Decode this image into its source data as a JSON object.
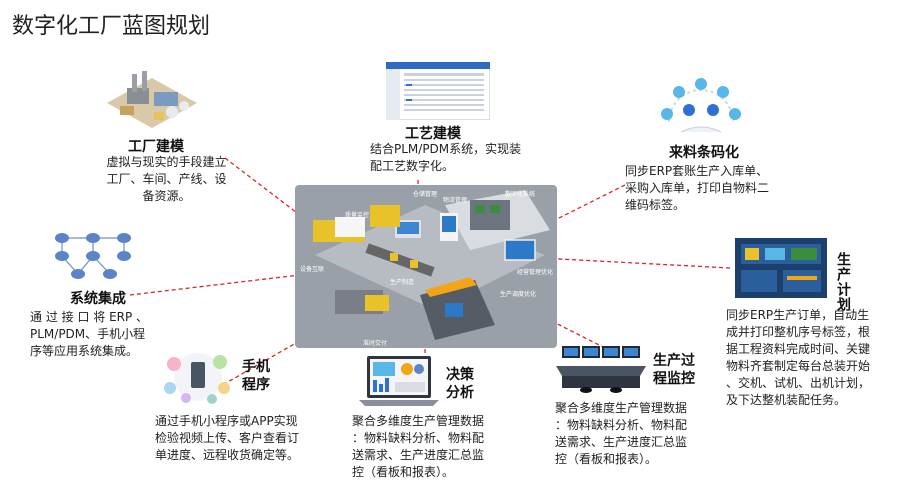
{
  "page_title": "数字化工厂蓝图规划",
  "colors": {
    "connector": "#e0222a",
    "accent_blue": "#2e6fd6"
  },
  "blocks": {
    "factory_modeling": {
      "title": "工厂建模",
      "desc": [
        "虚拟与现实的手段建立",
        "工厂、车间、产线、设",
        "备资源。"
      ]
    },
    "process_modeling": {
      "title": "工艺建模",
      "desc": [
        "结合PLM/PDM系统，实现装",
        "配工艺数字化。"
      ]
    },
    "material_barcode": {
      "title": "来料条码化",
      "desc": [
        "同步ERP套账生产入库单、",
        "采购入库单，打印自物料二",
        "维码标签。"
      ]
    },
    "system_integration": {
      "title": "系统集成",
      "desc": [
        "通 过 接 口 将 ERP 、",
        "PLM/PDM、手机小程",
        "序等应用系统集成。"
      ]
    },
    "production_plan": {
      "title": "生产计划",
      "desc": [
        "同步ERP生产订单，自动生",
        "成并打印整机序号标签，根",
        "据工程资料完成时间、关键",
        "物料齐套制定每台总装开始",
        "、交机、试机、出机计划，",
        "及下达整机装配任务。"
      ]
    },
    "mobile_app": {
      "title": "手机程序",
      "desc": [
        "通过手机小程序或APP实现",
        "检验视频上传、客户查看订",
        "单进度、远程收货确定等。"
      ]
    },
    "decision_analysis": {
      "title": "决策分析",
      "desc": [
        "聚合多维度生产管理数据",
        "：物料缺料分析、物料配",
        "送需求、生产进度汇总监",
        "控（看板和报表）。"
      ]
    },
    "process_monitoring": {
      "title": "生产过程监控",
      "desc": [
        "聚合多维度生产管理数据",
        "：物料缺料分析、物料配",
        "送需求、生产进度汇总监",
        "控（看板和报表）。"
      ]
    }
  },
  "factory_labels": {
    "l1": "仓储管理",
    "l2": "质量监控",
    "l3": "数字化系统",
    "l4": "物流管理",
    "l5": "设备互联",
    "l6": "生产制造",
    "l7": "经营管理优化",
    "l8": "生产调度优化",
    "l9": "准时交付"
  },
  "icons": {
    "factory_modeling": "isometric-factory-icon",
    "process_modeling": "software-screenshot-icon",
    "material_barcode": "barcode-cloud-icon",
    "system_integration": "database-network-icon",
    "production_plan": "production-dashboard-icon",
    "mobile_app": "mobile-app-bubbles-icon",
    "decision_analysis": "laptop-dashboard-icon",
    "process_monitoring": "control-room-icon"
  }
}
